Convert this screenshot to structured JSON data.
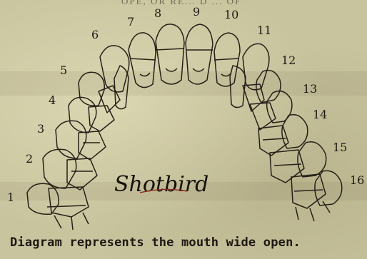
{
  "diagram": {
    "header_fragment": "OPE, OR RE... D ... OF",
    "tooth_numbers": [
      "1",
      "2",
      "3",
      "4",
      "5",
      "6",
      "7",
      "8",
      "9",
      "10",
      "11",
      "12",
      "13",
      "14",
      "15",
      "16"
    ],
    "signature": "Shotbird",
    "caption": "Diagram represents the mouth wide open."
  }
}
